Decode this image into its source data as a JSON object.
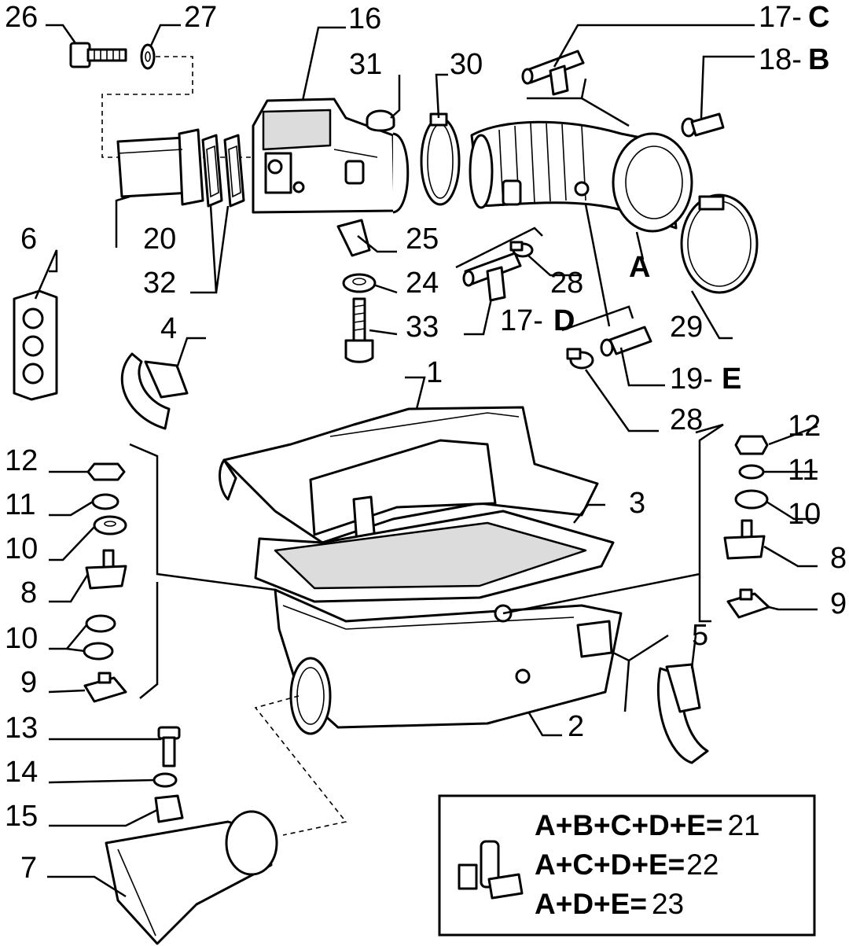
{
  "diagram": {
    "labels": {
      "p1": "1",
      "p2": "2",
      "p3": "3",
      "p4": "4",
      "p5": "5",
      "p6": "6",
      "p7": "7",
      "p8_left": "8",
      "p8_right": "8",
      "p9_left": "9",
      "p9_right": "9",
      "p10_left_a": "10",
      "p10_left_b": "10",
      "p10_right": "10",
      "p11_left": "11",
      "p11_right": "11",
      "p12_left": "12",
      "p12_right": "12",
      "p13": "13",
      "p14": "14",
      "p15": "15",
      "p16": "16",
      "p17c_num": "17-",
      "p17c_letter": "C",
      "p17d_num": "17-",
      "p17d_letter": "D",
      "p18b_num": "18-",
      "p18b_letter": "B",
      "p19e_num": "19-",
      "p19e_letter": "E",
      "p20": "20",
      "p24": "24",
      "p25": "25",
      "p26": "26",
      "p27": "27",
      "p28_top": "28",
      "p28_bottom": "28",
      "p29": "29",
      "p30": "30",
      "p31": "31",
      "p32": "32",
      "p33": "33",
      "pA": "A"
    },
    "kit_legend": {
      "rows": [
        {
          "formula": "A+B+C+D+E=",
          "number": "21"
        },
        {
          "formula": "A+C+D+E=",
          "number": "22"
        },
        {
          "formula": "A+D+E=",
          "number": "23"
        }
      ]
    }
  }
}
